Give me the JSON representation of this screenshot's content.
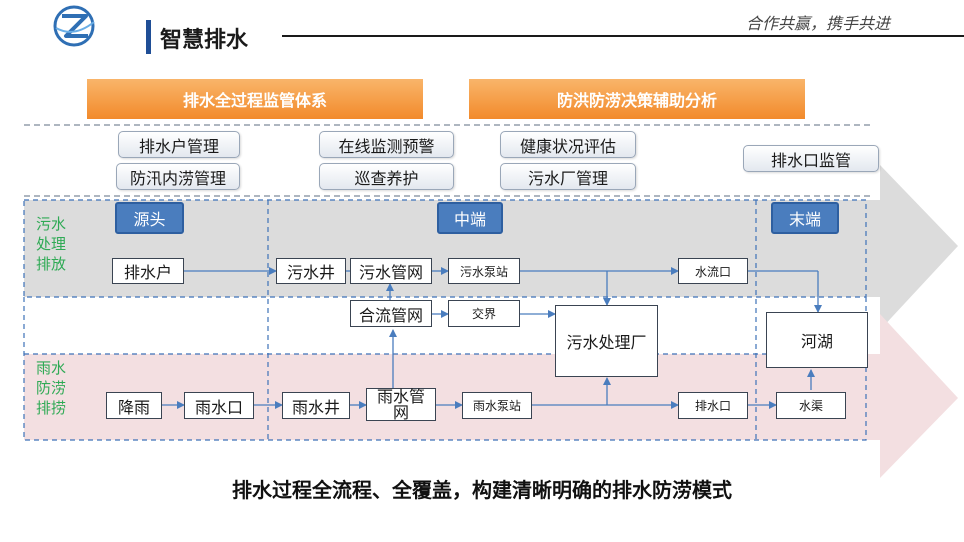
{
  "header": {
    "logo_text": "",
    "title": "智慧排水",
    "slogan": "合作共赢，携手共进"
  },
  "banners": {
    "left": "排水全过程监管体系",
    "right": "防洪防涝决策辅助分析"
  },
  "modules": {
    "col1": [
      "排水户管理",
      "防汛内涝管理"
    ],
    "col2": [
      "在线监测预警",
      "巡查养护"
    ],
    "col3": [
      "健康状况评估",
      "污水厂管理"
    ],
    "col4": [
      "排水口监管"
    ]
  },
  "stages": {
    "source": "源头",
    "middle": "中端",
    "end": "末端"
  },
  "lanes": {
    "sewage": "污水\n处理\n排放",
    "rain": "雨水\n防涝\n排捞"
  },
  "nodes": {
    "sewage_household": "排水户",
    "sewage_well": "污水井",
    "sewage_network": "污水管网",
    "sewage_pump": "污水泵站",
    "water_outlet": "水流口",
    "combined_network": "合流管网",
    "junction": "交界",
    "treatment_plant": "污水处理厂",
    "river_lake": "河湖",
    "rainfall": "降雨",
    "rain_inlet": "雨水口",
    "rain_well": "雨水井",
    "rain_network": "雨水管网",
    "rain_pump": "雨水泵站",
    "drain_outlet": "排水口",
    "channel": "水渠"
  },
  "footer": {
    "caption": "排水过程全流程、全覆盖，构建清晰明确的排水防涝模式"
  },
  "colors": {
    "banner_orange": "#f28a2b",
    "stage_blue": "#4a7dbe",
    "sewage_band": "#dcdcdc",
    "rain_band": "#f3dfe1",
    "lane_label_green": "#2faa55",
    "title_blue": "#1f4e96"
  }
}
